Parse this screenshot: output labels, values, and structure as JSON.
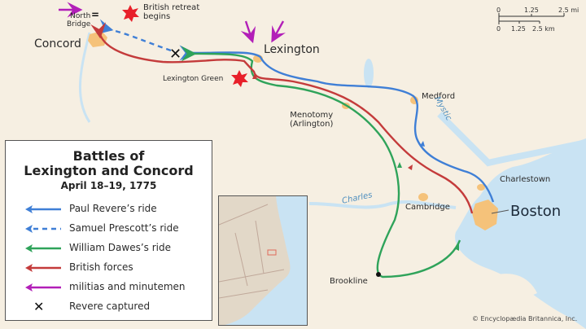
{
  "title": {
    "line1": "Battles of",
    "line2": "Lexington and Concord",
    "date": "April 18–19, 1775"
  },
  "legend": [
    {
      "label": "Paul Revere’s ride",
      "symbol": "solid-arrow",
      "color": "#3f7fd6"
    },
    {
      "label": "Samuel Prescott’s ride",
      "symbol": "dashed-arrow",
      "color": "#3f7fd6"
    },
    {
      "label": "William Dawes’s ride",
      "symbol": "solid-arrow",
      "color": "#2fa35a"
    },
    {
      "label": "British forces",
      "symbol": "solid-arrow",
      "color": "#c43b3b"
    },
    {
      "label": "militias and minutemen",
      "symbol": "solid-arrow",
      "color": "#b21fb8"
    },
    {
      "label": "Revere captured",
      "symbol": "x-mark",
      "color": "#111111"
    }
  ],
  "places": {
    "concord": "Concord",
    "north_bridge_1": "North",
    "north_bridge_2": "Bridge",
    "british_retreat_1": "British retreat",
    "british_retreat_2": "begins",
    "lexington": "Lexington",
    "lexington_green": "Lexington Green",
    "medford": "Medford",
    "menotomy_1": "Menotomy",
    "menotomy_2": "(Arlington)",
    "charlestown": "Charlestown",
    "cambridge": "Cambridge",
    "boston": "Boston",
    "brookline": "Brookline"
  },
  "rivers": {
    "mystic": "Mystic",
    "charles": "Charles"
  },
  "scale": {
    "mi": [
      "0",
      "1.25",
      "2.5 mi"
    ],
    "km": [
      "0",
      "1.25",
      "2.5 km"
    ]
  },
  "colors": {
    "land": "#f6efe2",
    "water": "#c9e3f3",
    "town": "#f5c27a",
    "revere": "#3f7fd6",
    "dawes": "#2fa35a",
    "british": "#c43b3b",
    "militia": "#b21fb8"
  },
  "credit": "© Encyclopædia Britannica, Inc."
}
